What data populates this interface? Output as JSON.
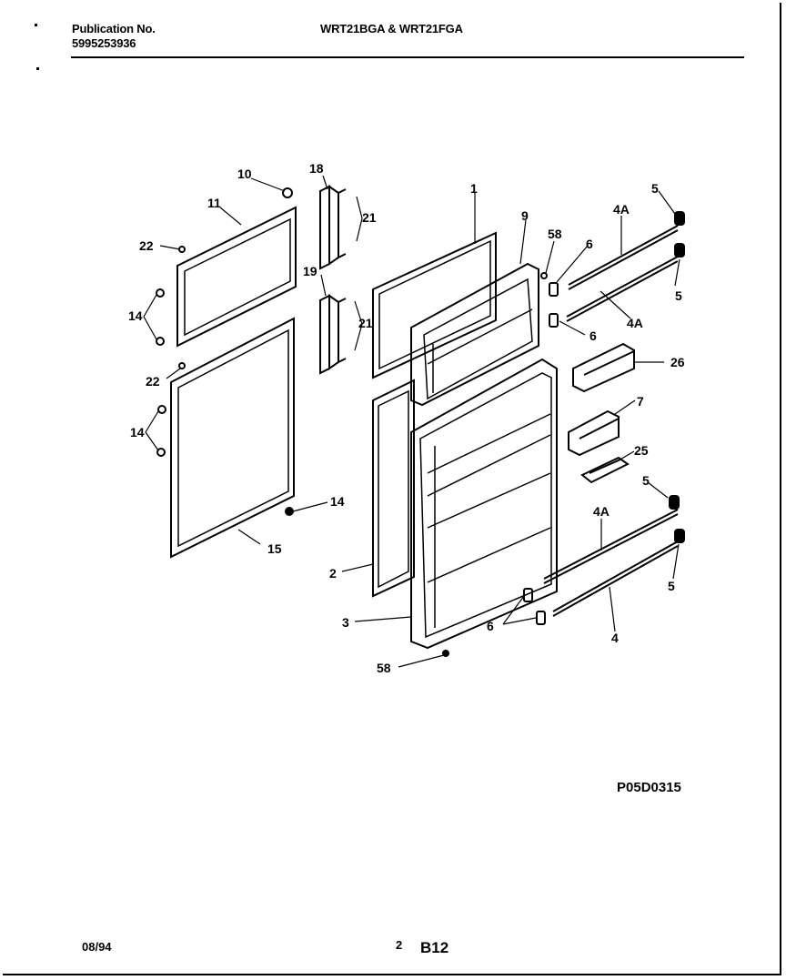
{
  "header": {
    "publication_label": "Publication No.",
    "publication_number": "5995253936",
    "models": "WRT21BGA & WRT21FGA"
  },
  "diagram": {
    "callouts": {
      "c1": "1",
      "c2": "2",
      "c3": "3",
      "c4": "4",
      "c4a_top": "4A",
      "c4a_mid": "4A",
      "c4a_bot": "4A",
      "c5_a": "5",
      "c5_b": "5",
      "c5_c": "5",
      "c5_d": "5",
      "c6_a": "6",
      "c6_b": "6",
      "c6_c": "6",
      "c7": "7",
      "c9": "9",
      "c10": "10",
      "c11": "11",
      "c14_a": "14",
      "c14_b": "14",
      "c14_c": "14",
      "c15": "15",
      "c18": "18",
      "c19": "19",
      "c21_a": "21",
      "c21_b": "21",
      "c22_a": "22",
      "c22_b": "22",
      "c25": "25",
      "c26": "26",
      "c58_a": "58",
      "c58_b": "58"
    },
    "figure_code": "P05D0315"
  },
  "footer": {
    "date": "08/94",
    "page": "2",
    "section": "B12"
  }
}
